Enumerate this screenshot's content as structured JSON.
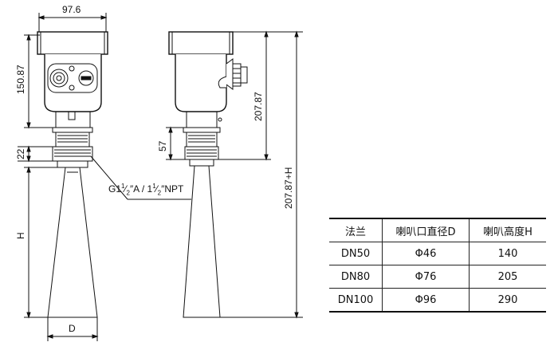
{
  "dimensions": {
    "width_top": "97.6",
    "housing_height": "150.87",
    "flange_height": "22",
    "horn_length": "H",
    "horn_diameter": "D",
    "thread_height": "57",
    "side_height": "207.87",
    "total_height": "207.87+H"
  },
  "thread_spec": {
    "prefix": "G1",
    "frac_num": "1",
    "frac_den": "2",
    "mid": "″A / 1",
    "suffix": "″NPT"
  },
  "table": {
    "headers": [
      "法兰",
      "喇叭口直径D",
      "喇叭高度H"
    ],
    "rows": [
      {
        "flange": "DN50",
        "diameter": "Φ46",
        "height": "140"
      },
      {
        "flange": "DN80",
        "diameter": "Φ76",
        "height": "205"
      },
      {
        "flange": "DN100",
        "diameter": "Φ96",
        "height": "290"
      }
    ]
  },
  "colors": {
    "line": "#111111",
    "background": "#ffffff"
  }
}
